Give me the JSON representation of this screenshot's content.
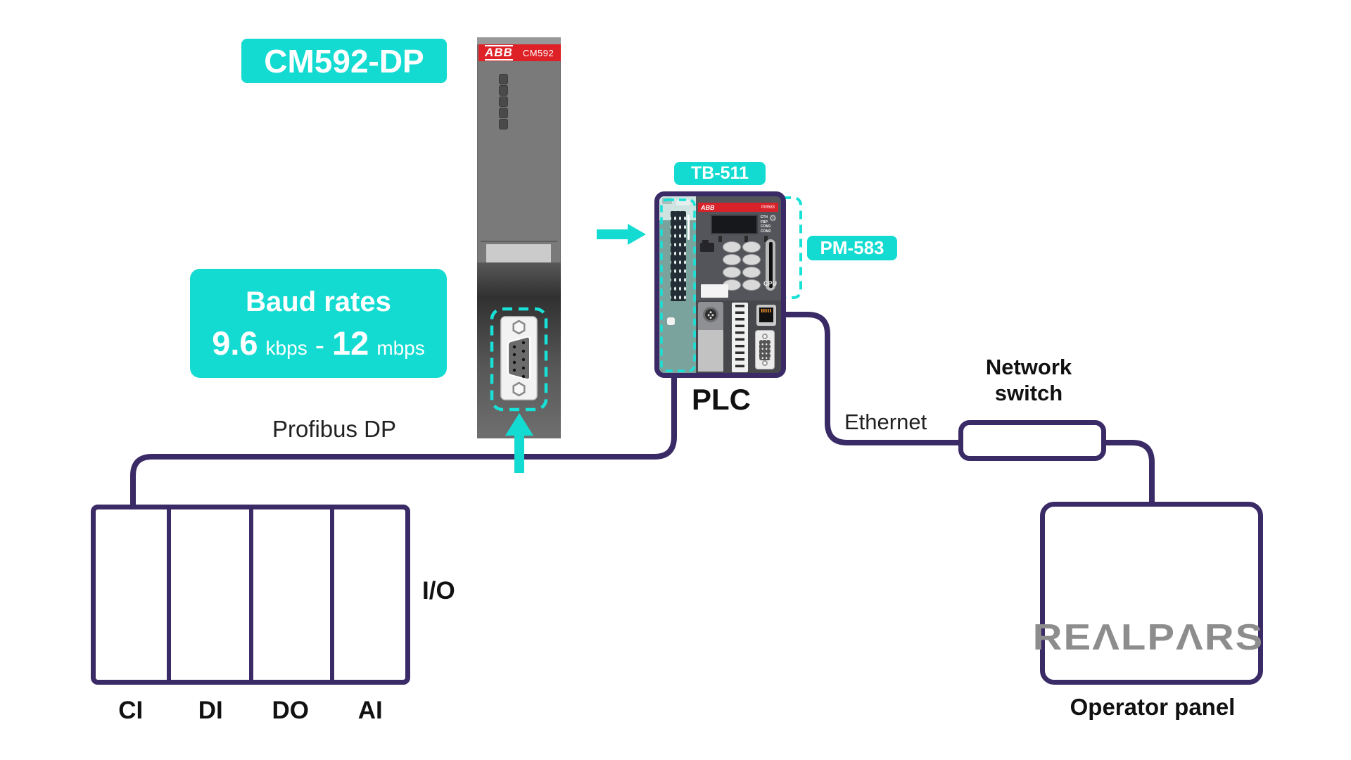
{
  "colors": {
    "accent_cyan": "#14DBD1",
    "wire_purple": "#3A2A66",
    "brand_red": "#DD2127",
    "logo_gray": "#8D8D8D"
  },
  "labels": {
    "cm592dp": "CM592-DP",
    "tb511": "TB-511",
    "pm583": "PM-583",
    "profibus": "Profibus DP",
    "ethernet": "Ethernet",
    "network_switch_line1": "Network",
    "network_switch_line2": "switch",
    "plc": "PLC",
    "io": "I/O",
    "operator_panel": "Operator panel",
    "logo": "REΛLPΛRS"
  },
  "baud_box": {
    "title": "Baud rates",
    "min_value": "9.6",
    "min_unit": "kbps",
    "separator": "-",
    "max_value": "12",
    "max_unit": "mbps"
  },
  "cm592_module": {
    "brand": "ABB",
    "model": "CM592"
  },
  "plc_device": {
    "brand": "ABB",
    "model": "PM583",
    "cpu_label": "CPU",
    "port_labels": [
      "ETH",
      "FBP",
      "COM1",
      "COM2"
    ]
  },
  "io_box": {
    "cells": [
      "CI",
      "DI",
      "DO",
      "AI"
    ]
  }
}
